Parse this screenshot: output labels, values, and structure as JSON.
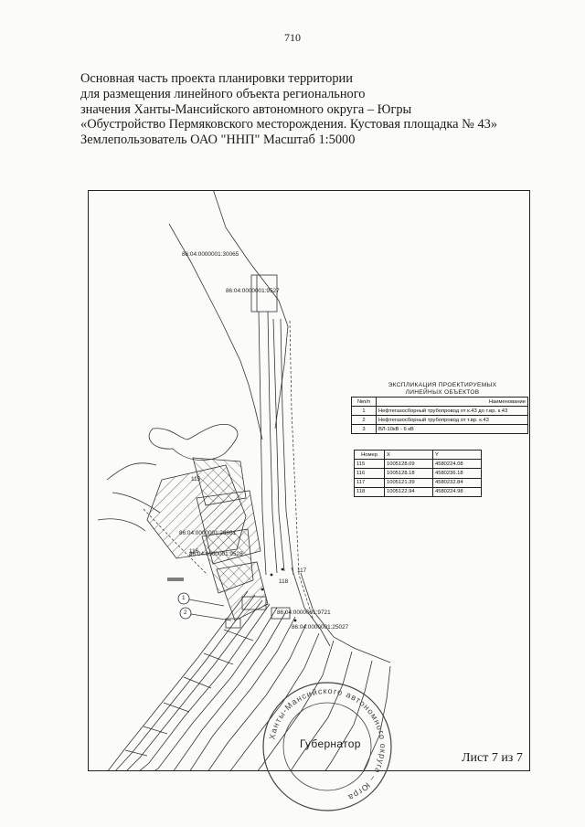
{
  "page_number": "710",
  "title_lines": [
    "Основная часть проекта планировки территории",
    "для размещения линейного объекта регионального",
    "значения Ханты-Мансийского автономного округа – Югры",
    "«Обустройство Пермяковского месторождения. Кустовая площадка № 43»",
    "Землепользователь ОАО \"ННП\" Масштаб 1:5000"
  ],
  "parcels": [
    "86:04:0000001:30065",
    "86:04:0000001:9527",
    "86:04:0000001:28861",
    "86:04:0000001:9528",
    "86:04:0000001:9721",
    "86:04:0000001:25027"
  ],
  "points": [
    "115",
    "116",
    "117",
    "118"
  ],
  "markers": [
    "1",
    "2"
  ],
  "explication": {
    "title_line1": "ЭКСПЛИКАЦИЯ ПРОЕКТИРУЕМЫХ",
    "title_line2": "ЛИНЕЙНЫХ ОБЪЕКТОВ",
    "headers": [
      "№п/п",
      "Наименование"
    ],
    "rows": [
      [
        "1",
        "Нефтегазосборный трубопровод от к.43 до т.вр. к.43"
      ],
      [
        "2",
        "Нефтегазосборный трубопровод от т.вр. к.43"
      ],
      [
        "3",
        "ВЛ-10кВ - 6 кВ"
      ]
    ]
  },
  "coordinates": {
    "headers": [
      "Номер",
      "X",
      "Y"
    ],
    "rows": [
      [
        "115",
        "1005128.09",
        "4580224.08"
      ],
      [
        "116",
        "1005128.18",
        "4580236.18"
      ],
      [
        "117",
        "1005121.39",
        "4580232.84"
      ],
      [
        "118",
        "1005122.94",
        "4580224.98"
      ]
    ]
  },
  "stamp": {
    "text": "Губернатор",
    "ring_text": "Ханты-Мансийского автономного округа – Югра"
  },
  "sheet_label": "Лист 7 из 7"
}
